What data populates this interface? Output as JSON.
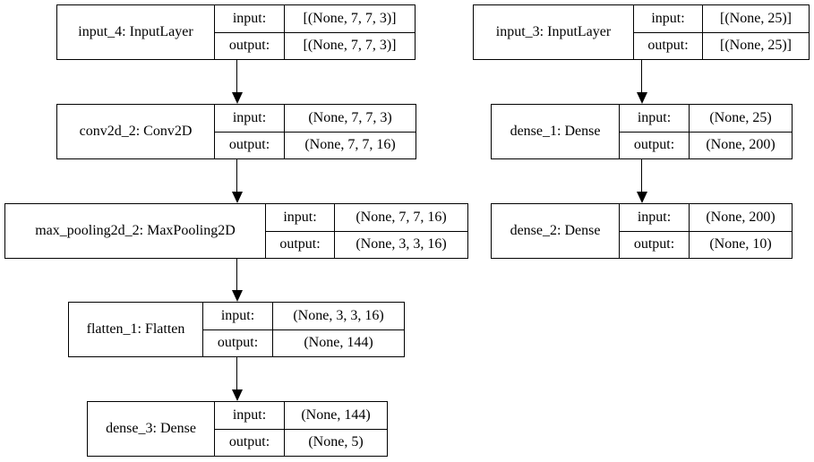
{
  "diagram": {
    "type": "keras-model-graph",
    "background_color": "#ffffff",
    "node_border_color": "#000000",
    "edge_color": "#000000",
    "io_labels": {
      "input": "input:",
      "output": "output:"
    },
    "nodes": [
      {
        "name": "input_4: InputLayer",
        "input_shape": "[(None, 7, 7, 3)]",
        "output_shape": "[(None, 7, 7, 3)]"
      },
      {
        "name": "conv2d_2: Conv2D",
        "input_shape": "(None, 7, 7, 3)",
        "output_shape": "(None, 7, 7, 16)"
      },
      {
        "name": "max_pooling2d_2: MaxPooling2D",
        "input_shape": "(None, 7, 7, 16)",
        "output_shape": "(None, 3, 3, 16)"
      },
      {
        "name": "flatten_1: Flatten",
        "input_shape": "(None, 3, 3, 16)",
        "output_shape": "(None, 144)"
      },
      {
        "name": "dense_3: Dense",
        "input_shape": "(None, 144)",
        "output_shape": "(None, 5)"
      },
      {
        "name": "input_3: InputLayer",
        "input_shape": "[(None, 25)]",
        "output_shape": "[(None, 25)]"
      },
      {
        "name": "dense_1: Dense",
        "input_shape": "(None, 25)",
        "output_shape": "(None, 200)"
      },
      {
        "name": "dense_2: Dense",
        "input_shape": "(None, 200)",
        "output_shape": "(None, 10)"
      }
    ],
    "edges": [
      {
        "from": "input_4: InputLayer",
        "to": "conv2d_2: Conv2D"
      },
      {
        "from": "conv2d_2: Conv2D",
        "to": "max_pooling2d_2: MaxPooling2D"
      },
      {
        "from": "max_pooling2d_2: MaxPooling2D",
        "to": "flatten_1: Flatten"
      },
      {
        "from": "flatten_1: Flatten",
        "to": "dense_3: Dense"
      },
      {
        "from": "input_3: InputLayer",
        "to": "dense_1: Dense"
      },
      {
        "from": "dense_1: Dense",
        "to": "dense_2: Dense"
      }
    ]
  }
}
